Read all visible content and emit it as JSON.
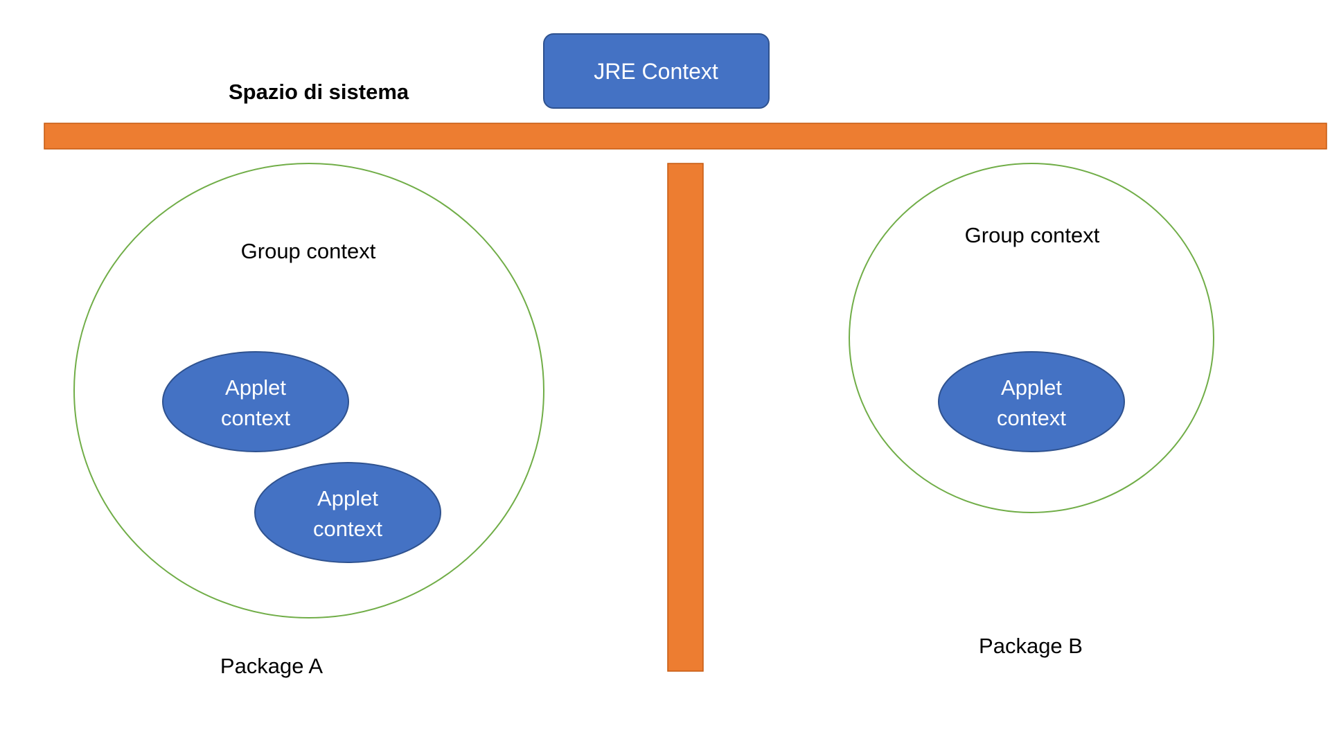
{
  "system_space": {
    "label": "Spazio di sistema"
  },
  "jre_context": {
    "label": "JRE Context"
  },
  "package_a": {
    "label": "Package A",
    "group_context": {
      "label": "Group context"
    },
    "applets": [
      {
        "line1": "Applet",
        "line2": "context"
      },
      {
        "line1": "Applet",
        "line2": "context"
      }
    ]
  },
  "package_b": {
    "label": "Package B",
    "group_context": {
      "label": "Group context"
    },
    "applets": [
      {
        "line1": "Applet",
        "line2": "context"
      }
    ]
  },
  "colors": {
    "barrier": "#ED7D31",
    "barrier_stroke": "#C55A11",
    "context_fill": "#4472C4",
    "context_stroke": "#2F528F",
    "group_stroke": "#70AD47",
    "text_dark": "#000000",
    "text_light": "#FFFFFF"
  }
}
